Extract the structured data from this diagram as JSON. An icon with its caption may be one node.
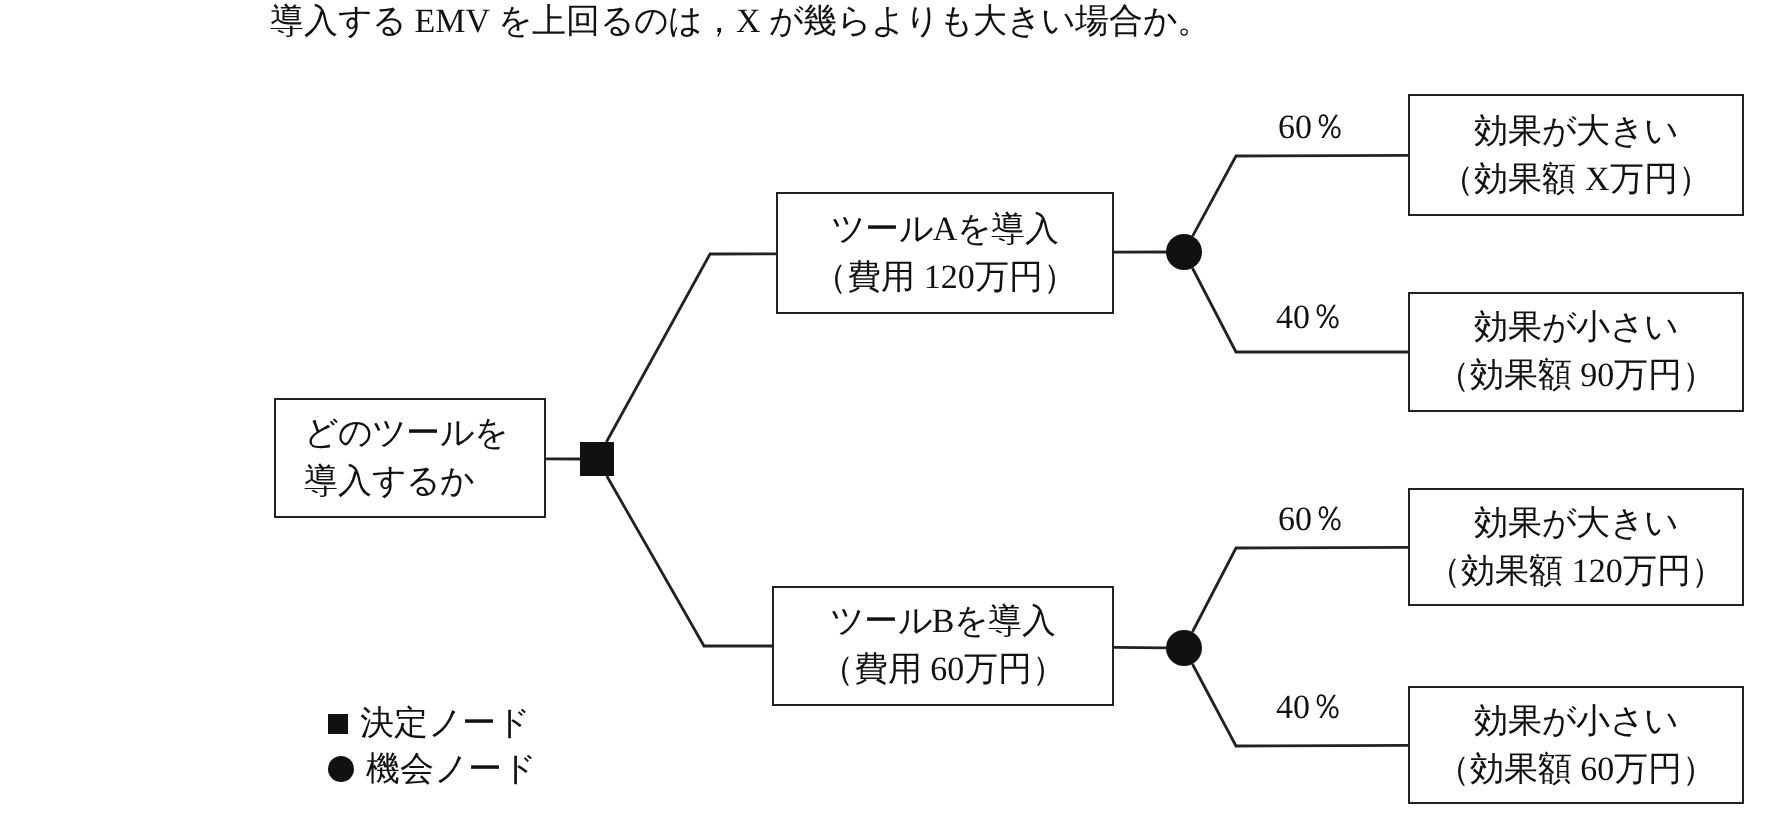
{
  "diagram": {
    "nodes": [
      {
        "text": [
          "どのツールを導入するか"
        ]
      },
      {
        "text": [],
        "shape": "box"
      },
      {
        "text": [
          "ツールAを導入",
          "（費用 120万円）"
        ]
      },
      {
        "text": [],
        "shape": "circle"
      },
      {
        "text": [
          "効果が大きい",
          "（効果額 X万円）"
        ]
      },
      {
        "text": [
          "効果が小さい",
          "（効果額 90万円）"
        ]
      },
      {
        "text": [
          "ツールBを導入",
          "（費用 60万円）"
        ]
      },
      {
        "text": [],
        "shape": "circle"
      },
      {
        "text": [
          "効果が大きい",
          "（効果額 120万円）"
        ]
      },
      {
        "text": [
          "効果が小さい",
          "（効果額 60万円）"
        ]
      }
    ],
    "edges": [
      {
        "from": 0,
        "to": 1,
        "arrow": "none"
      },
      {
        "from": 1,
        "to": 2,
        "arrow": "none"
      },
      {
        "from": 1,
        "to": 6,
        "arrow": "none"
      },
      {
        "from": 2,
        "to": 3,
        "arrow": "none"
      },
      {
        "from": 3,
        "to": 4,
        "label": "60％",
        "arrow": "none"
      },
      {
        "from": 3,
        "to": 5,
        "label": "40％",
        "arrow": "none"
      },
      {
        "from": 6,
        "to": 7,
        "arrow": "none"
      },
      {
        "from": 7,
        "to": 8,
        "label": "60％",
        "arrow": "none"
      },
      {
        "from": 7,
        "to": 9,
        "label": "40％",
        "arrow": "none"
      }
    ],
    "labels": [
      "導入する EMV を上回るのは，X が幾らよりも大きい場合か。"
    ],
    "legend": [
      {
        "text": "決定ノード"
      },
      {
        "text": "機会ノード"
      }
    ]
  }
}
